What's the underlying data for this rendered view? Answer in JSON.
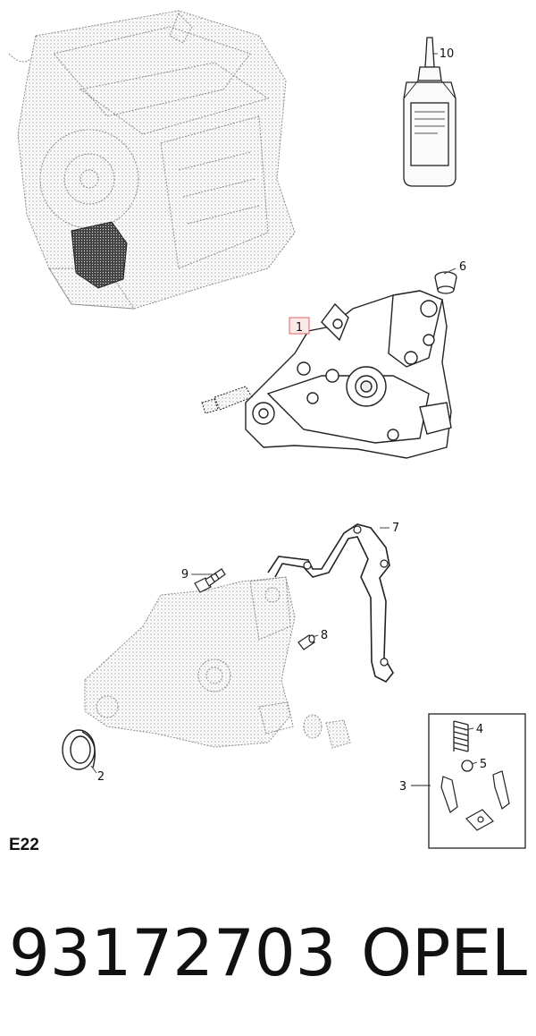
{
  "diagram": {
    "section_code": "E22",
    "callouts": [
      {
        "id": "1",
        "label": "1",
        "highlighted": true
      },
      {
        "id": "2",
        "label": "2"
      },
      {
        "id": "3",
        "label": "3"
      },
      {
        "id": "4",
        "label": "4"
      },
      {
        "id": "5",
        "label": "5"
      },
      {
        "id": "6",
        "label": "6"
      },
      {
        "id": "7",
        "label": "7"
      },
      {
        "id": "8",
        "label": "8"
      },
      {
        "id": "9",
        "label": "9"
      },
      {
        "id": "10",
        "label": "10"
      }
    ],
    "highlight_color": "#e06060"
  },
  "caption": {
    "part_number": "93172703",
    "brand": "OPEL"
  }
}
